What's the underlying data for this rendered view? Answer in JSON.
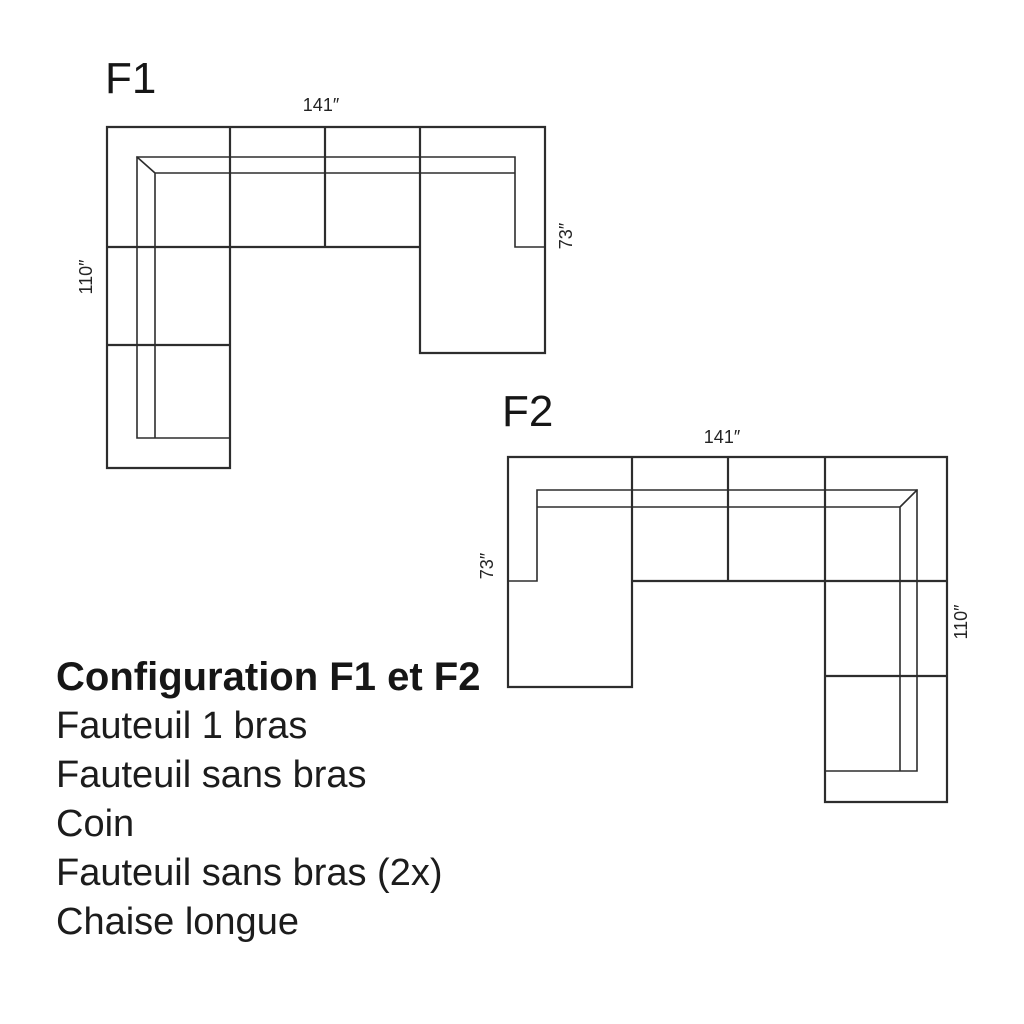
{
  "page": {
    "background": "#ffffff",
    "line_color": "#2d2d2d",
    "text_color": "#1c1c1c"
  },
  "diagram_f1": {
    "label": "F1",
    "dim_top": "141″",
    "dim_left": "110″",
    "dim_right": "73″"
  },
  "diagram_f2": {
    "label": "F2",
    "dim_top": "141″",
    "dim_left": "73″",
    "dim_right": "110″"
  },
  "legend": {
    "title": "Configuration F1 et F2",
    "items": [
      "Fauteuil 1 bras",
      "Fauteuil sans bras",
      "Coin",
      "Fauteuil sans bras (2x)",
      "Chaise longue"
    ]
  }
}
